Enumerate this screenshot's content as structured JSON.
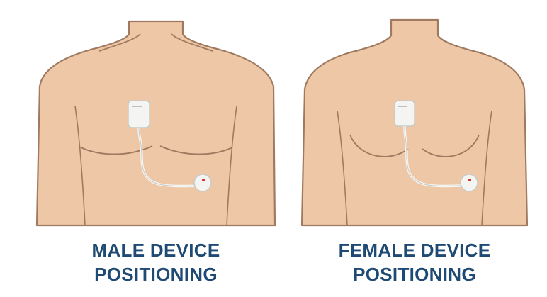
{
  "colors": {
    "skin": "#eec8a6",
    "outline": "#a07a60",
    "caption": "#1f4a73",
    "device": "#f4f4f2",
    "device_edge": "#c9c9c4",
    "sensor_dot": "#d62f2f"
  },
  "panels": [
    {
      "id": "male",
      "caption_line1": "MALE DEVICE",
      "caption_line2": "POSITIONING"
    },
    {
      "id": "female",
      "caption_line1": "FEMALE DEVICE",
      "caption_line2": "POSITIONING"
    }
  ]
}
